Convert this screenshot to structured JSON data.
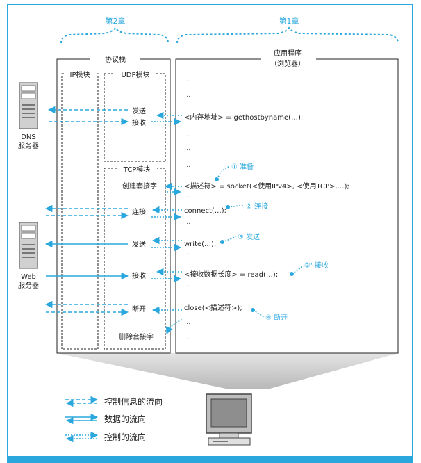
{
  "chapters": {
    "chapter2": "第2章",
    "chapter1": "第1章"
  },
  "boxes": {
    "protocol_stack": "协议栈",
    "app_title_line1": "应用程序",
    "app_title_line2": "（浏览器）",
    "ip_module": "IP模块",
    "udp_module": "UDP模块",
    "tcp_module": "TCP模块"
  },
  "servers": {
    "dns": [
      "DNS",
      "服务器"
    ],
    "web": [
      "Web",
      "服务器"
    ]
  },
  "udp_ops": {
    "send": "发送",
    "receive": "接收"
  },
  "tcp_ops": {
    "create_socket": "创建套接字",
    "connect": "连接",
    "send": "发送",
    "receive": "接收",
    "disconnect": "断开",
    "delete_socket": "删除套接字"
  },
  "app_lines": {
    "ellipsis": "…",
    "gethostbyname": "<内存地址> = gethostbyname(…);",
    "socket": "<描述符> = socket(<使用IPv4>, <使用TCP>,…);",
    "connect": "connect(…);",
    "write": "write(…);",
    "read": "<接收数据长度> = read(…);",
    "close": "close(<描述符>);"
  },
  "annotations": {
    "prepare": "① 准备",
    "connect": "② 连接",
    "send": "③ 发送",
    "receive": "③' 接收",
    "disconnect": "④ 断开"
  },
  "legend": {
    "control_info_flow": "控制信息的流向",
    "data_flow": "数据的流向",
    "control_flow": "控制的流向"
  },
  "colors": {
    "accent": "#2aa8de",
    "line": "#222222",
    "monitor": "#9a9a9a"
  },
  "icons": {
    "server": "server-icon",
    "monitor": "monitor-icon"
  }
}
